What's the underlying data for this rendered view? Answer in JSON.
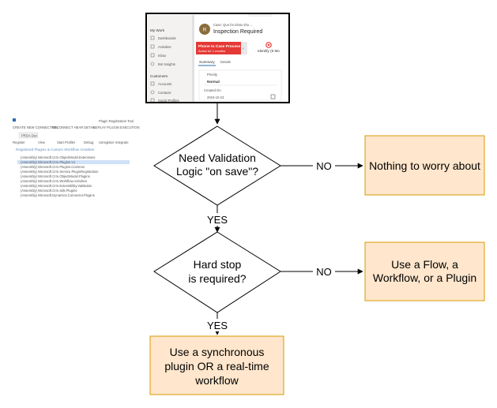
{
  "crm_screenshot": {
    "nav_groups": [
      {
        "title": "My Work",
        "items": [
          "Dashboards",
          "Activities",
          "Inbox",
          "Bot Insights"
        ]
      },
      {
        "title": "Customers",
        "items": [
          "Accounts",
          "Contacts",
          "Social Profiles"
        ]
      }
    ],
    "header_title_small": "Case: Quo for inbox sho ...",
    "header_title": "Inspection Required",
    "avatar": "R",
    "stage_active_title": "Phone to Case Process",
    "stage_active_sub": "Active for 1 months",
    "stage_next": "Identify (5 Mo",
    "tabs": [
      "Summary",
      "Details"
    ],
    "fields": [
      {
        "label": "Priority",
        "value": "Normal"
      },
      {
        "label": "Created On",
        "value": "2019-10-23"
      }
    ]
  },
  "plugin_tool": {
    "window_title": "Plugin Registration Tool",
    "toolbar_top": [
      "CREATE NEW CONNECTION",
      "RECONNECT HEAR DETAIL",
      "REPLAY PLUGIN EXECUTION"
    ],
    "tab": "PRDA Dev",
    "toolbar_2": [
      "Register",
      "View",
      "Start Profiler",
      "Debug",
      "Unregister",
      "Integrate"
    ],
    "section_title": "Registered Plugins & Custom Workflow Activities",
    "items": [
      "(Assembly) Microsoft.Crm.ObjectModel.Extensions",
      "(Assembly) Microsoft.Crm.Plugins.V1",
      "(Assembly) Microsoft.Crm.Plugins.Common",
      "(Assembly) Microsoft.Crm.Service.PluginRegistration",
      "(Assembly) Microsoft.Crm.ObjectModel.Plugins",
      "(Assembly) Microsoft.Crm.Workflow.Activities",
      "(Assembly) Microsoft.Crm.Extensibility.Validation",
      "(Assembly) Microsoft.Crm.Sdk.Plugins",
      "(Assembly) Microsoft.Dynamics.Connector.Plugins"
    ]
  },
  "flow": {
    "decision1": [
      "Need Validation",
      "Logic \"on save\"?"
    ],
    "decision2": [
      "Hard stop",
      "is required?"
    ],
    "no_label_1": "NO",
    "no_label_2": "NO",
    "yes_label_1": "YES",
    "yes_label_2": "YES",
    "outcome1": [
      "Nothing to worry about"
    ],
    "outcome2": [
      "Use a Flow, a",
      "Workflow, or a Plugin"
    ],
    "outcome3": [
      "Use a synchronous",
      "plugin OR a real-time",
      "workflow"
    ]
  },
  "colors": {
    "outcome_fill": "#ffe6cc",
    "outcome_stroke": "#d79b00",
    "stage_red": "#e53935",
    "link_blue": "#2b6cb0"
  }
}
